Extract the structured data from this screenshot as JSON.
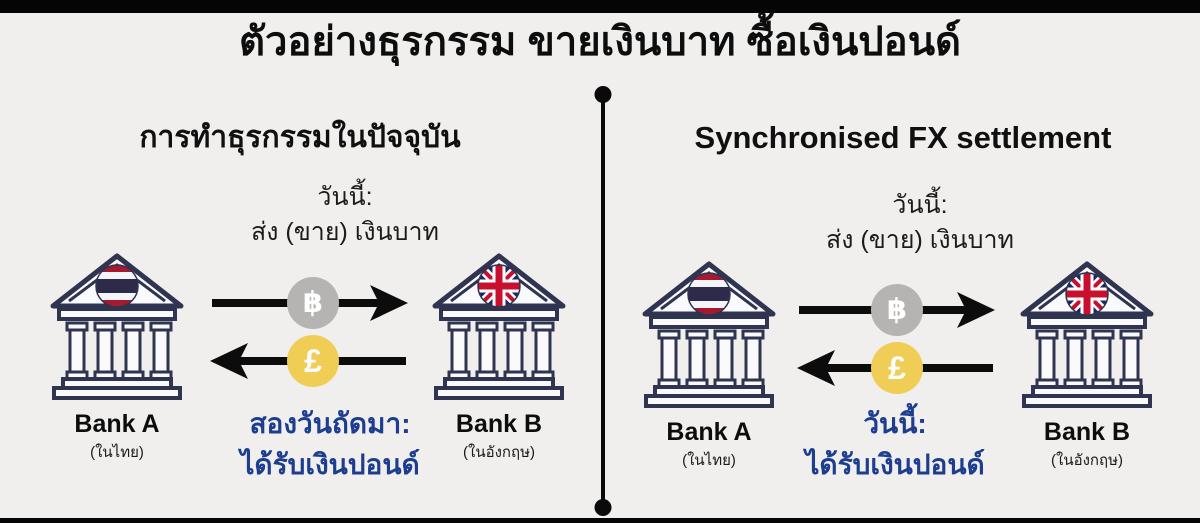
{
  "title": "ตัวอย่างธุรกรรม ขายเงินบาท ซื้อเงินปอนด์",
  "panels": [
    {
      "heading": "การทำธุรกรรมในปัจจุบัน",
      "flow_line1": "วันนี้:",
      "flow_line2": "ส่ง (ขาย) เงินบาท",
      "send_symbol": "฿",
      "receive_symbol": "£",
      "bank_a": {
        "name": "Bank A",
        "location": "(ในไทย)",
        "flag": "thailand-flag"
      },
      "bank_b": {
        "name": "Bank B",
        "location": "(ในอังกฤษ)",
        "flag": "uk-flag"
      },
      "result_line1": "สองวันถัดมา:",
      "result_line2": "ได้รับเงินปอนด์"
    },
    {
      "heading": "Synchronised FX settlement",
      "flow_line1": "วันนี้:",
      "flow_line2": "ส่ง (ขาย) เงินบาท",
      "send_symbol": "฿",
      "receive_symbol": "£",
      "bank_a": {
        "name": "Bank A",
        "location": "(ในไทย)",
        "flag": "thailand-flag"
      },
      "bank_b": {
        "name": "Bank B",
        "location": "(ในอังกฤษ)",
        "flag": "uk-flag"
      },
      "result_line1": "วันนี้:",
      "result_line2": "ได้รับเงินปอนด์"
    }
  ],
  "colors": {
    "background": "#f0efed",
    "text": "#0d0d0d",
    "accent_blue": "#1d3e8f",
    "baht_badge_gray": "#b5b4b2",
    "pound_badge_yellow": "#f0cd55",
    "bank_outline_navy": "#2f3550",
    "arrow_black": "#0c0c0c"
  }
}
